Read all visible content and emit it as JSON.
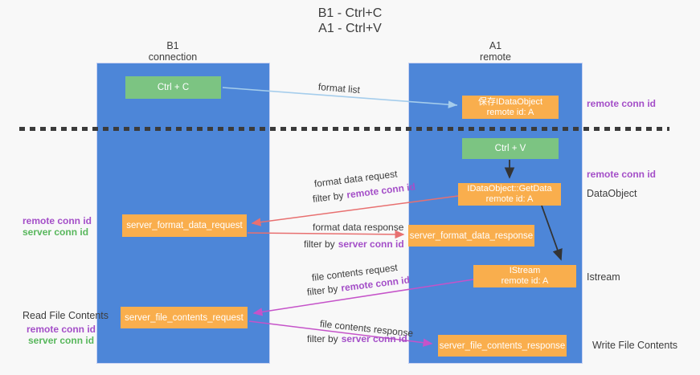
{
  "title": {
    "line1": "B1 - Ctrl+C",
    "line2": "A1 - Ctrl+V"
  },
  "columns": {
    "left": {
      "header_line1": "B1",
      "header_line2": "connection"
    },
    "right": {
      "header_line1": "A1",
      "header_line2": "remote"
    }
  },
  "boxes": {
    "ctrl_c": "Ctrl + C",
    "ctrl_v": "Ctrl + V",
    "save_dataobject": {
      "line1": "保存IDataObject",
      "line2": "remote id: A"
    },
    "getdata": {
      "line1": "IDataObject::GetData",
      "line2": "remote id: A"
    },
    "istream": {
      "line1": "IStream",
      "line2": "remote id: A"
    },
    "server_format_data_request": "server_format_data_request",
    "server_format_data_response": "server_format_data_response",
    "server_file_contents_request": "server_file_contents_request",
    "server_file_contents_response": "server_file_contents_response"
  },
  "flow_labels": {
    "format_list": "format list",
    "format_data_request": "format data request",
    "format_data_response": "format data response",
    "file_contents_request": "file contents request",
    "file_contents_response": "file contents response",
    "filter_by": "filter by",
    "remote_conn_id": "remote conn id",
    "server_conn_id": "server conn id"
  },
  "side_labels": {
    "remote_conn_id_top": "remote conn id",
    "remote_conn_id_mid": "remote conn id",
    "dataobject": "DataObject",
    "istream": "Istream",
    "write_file_contents": "Write File Contents",
    "read_file_contents": "Read File Contents",
    "remote_conn_id_left1": "remote conn id",
    "server_conn_id_left1": "server conn id",
    "remote_conn_id_left2": "remote conn id",
    "server_conn_id_left2": "server conn id"
  },
  "colors": {
    "column_blue": "#4d86d8",
    "box_orange": "#f9ae4d",
    "box_green": "#7cc482",
    "arrow_blue": "#a5cdec",
    "arrow_salmon": "#e87070",
    "arrow_magenta": "#c553c9",
    "arrow_black": "#333333",
    "conn_id_purple": "#a44fc8",
    "conn_id_green": "#58b75c",
    "text_dark": "#3c3c3c",
    "background": "#f8f8f8"
  }
}
